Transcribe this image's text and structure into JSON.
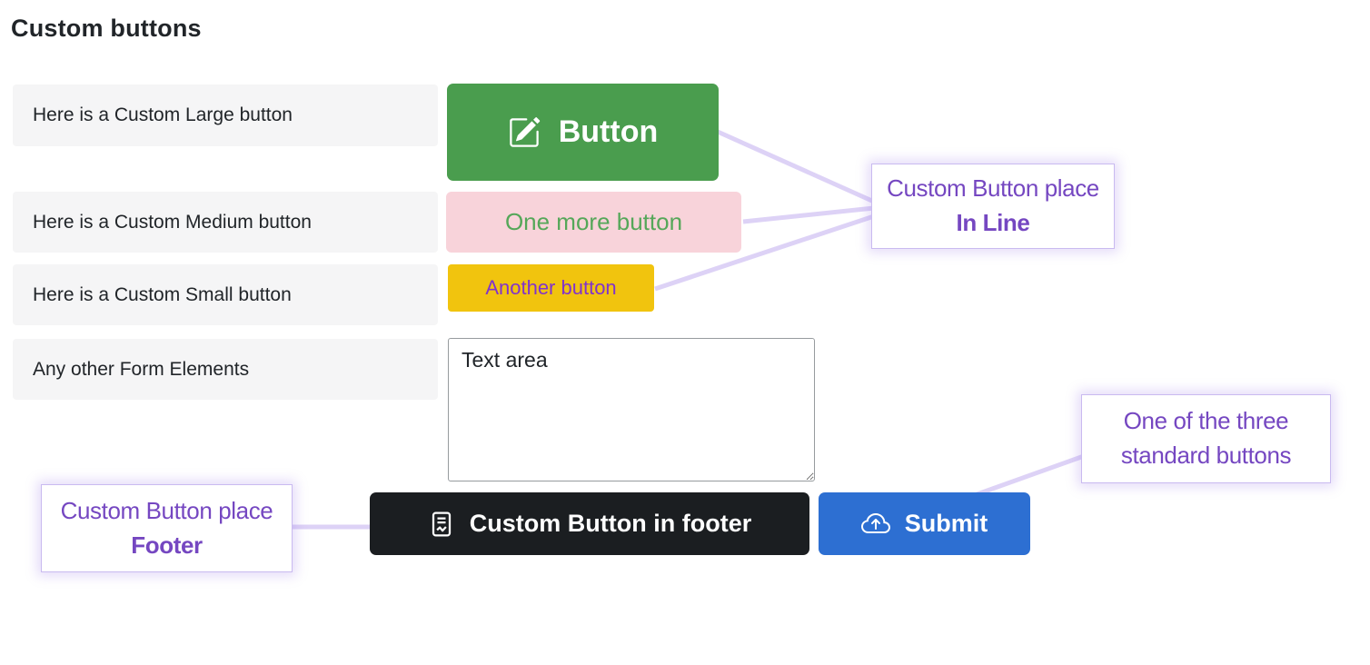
{
  "page": {
    "title": "Custom buttons"
  },
  "form": {
    "rows": [
      {
        "label": "Here is a Custom Large button"
      },
      {
        "label": "Here is a Custom Medium button"
      },
      {
        "label": "Here is a Custom Small button"
      },
      {
        "label": "Any other Form Elements"
      }
    ],
    "large_button": {
      "label": "Button",
      "icon": "pencil-square-icon",
      "bg": "#4a9d4e",
      "fg": "#ffffff"
    },
    "medium_button": {
      "label": "One more button",
      "bg": "#f8d3da",
      "fg": "#55a759"
    },
    "small_button": {
      "label": "Another button",
      "bg": "#f1c40e",
      "fg": "#8133cc"
    },
    "textarea": {
      "value": "Text area"
    },
    "footer_button": {
      "label": "Custom Button in footer",
      "icon": "document-icon",
      "bg": "#1b1e21",
      "fg": "#ffffff"
    },
    "submit_button": {
      "label": "Submit",
      "icon": "cloud-upload-icon",
      "bg": "#2d6fd2",
      "fg": "#ffffff"
    }
  },
  "annotations": [
    {
      "line1": "Custom Button place",
      "line2": "In Line"
    },
    {
      "line1": "One of the three",
      "line2": "standard buttons"
    },
    {
      "line1": "Custom Button place",
      "line2": "Footer"
    }
  ],
  "colors": {
    "annotation_text": "#7547c1",
    "annotation_border": "#c9baf0",
    "connector": "#ddd2f6",
    "label_row_bg": "#f5f5f6",
    "large_button_green": "#4a9d4e",
    "medium_button_pink": "#f8d3da",
    "small_button_yellow": "#f1c40e",
    "footer_button_dark": "#1b1e21",
    "submit_button_blue": "#2d6fd2"
  }
}
